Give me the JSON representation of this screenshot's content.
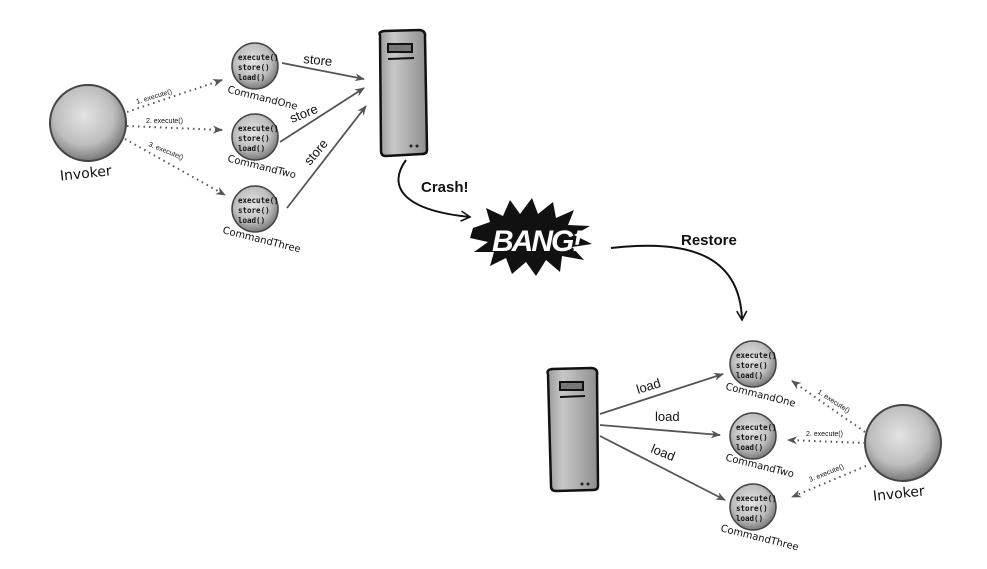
{
  "title": "Command pattern: store, crash, restore, load",
  "top": {
    "invoker_label": "Invoker",
    "calls": [
      "1. execute()",
      "2. execute()",
      "3. execute()"
    ],
    "commands": [
      {
        "name": "CommandOne",
        "methods": [
          "execute()",
          "store()",
          "load()"
        ]
      },
      {
        "name": "CommandTwo",
        "methods": [
          "execute()",
          "store()",
          "load()"
        ]
      },
      {
        "name": "CommandThree",
        "methods": [
          "execute()",
          "store()",
          "load()"
        ]
      }
    ],
    "arrow_labels": [
      "store",
      "store",
      "store"
    ]
  },
  "crash_label": "Crash!",
  "bang_text": "BANG!",
  "restore_label": "Restore",
  "bottom": {
    "invoker_label": "Invoker",
    "calls": [
      "1. execute()",
      "2. execute()",
      "3. execute()"
    ],
    "commands": [
      {
        "name": "CommandOne",
        "methods": [
          "execute()",
          "store()",
          "load()"
        ]
      },
      {
        "name": "CommandTwo",
        "methods": [
          "execute()",
          "store()",
          "load()"
        ]
      },
      {
        "name": "CommandThree",
        "methods": [
          "execute()",
          "store()",
          "load()"
        ]
      }
    ],
    "arrow_labels": [
      "load",
      "load",
      "load"
    ]
  }
}
